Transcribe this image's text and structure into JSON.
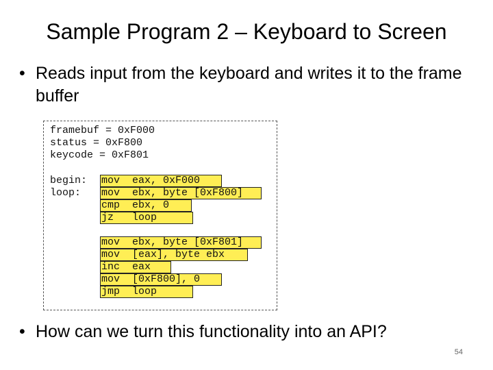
{
  "title": "Sample Program 2 – Keyboard to Screen",
  "bullets": [
    "Reads input from the keyboard and writes it to the frame buffer",
    "How can we turn this functionality into an API?"
  ],
  "bullet_glyph": "•",
  "code": {
    "defs": [
      "framebuf = 0xF000",
      "status = 0xF800",
      "keycode = 0xF801"
    ],
    "block1_labels": [
      "begin:",
      "loop:"
    ],
    "block1": [
      "mov  eax, 0xF000",
      "mov  ebx, byte [0xF800]",
      "cmp  ebx, 0",
      "jz   loop"
    ],
    "block2": [
      "mov  ebx, byte [0xF801]",
      "mov  [eax], byte ebx",
      "inc  eax",
      "mov  [0xF800], 0",
      "jmp  loop"
    ]
  },
  "highlight_color": "#ffee55",
  "page_number": "54"
}
